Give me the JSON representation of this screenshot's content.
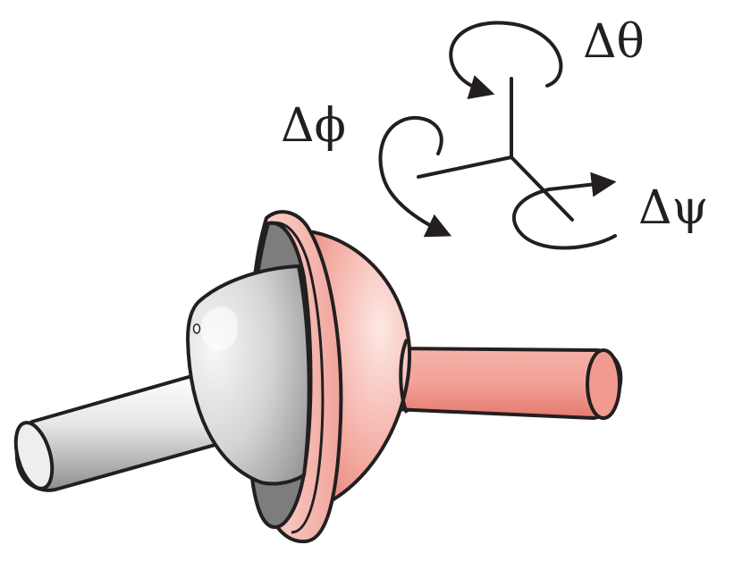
{
  "diagram": {
    "labels": {
      "delta_theta": "Δθ",
      "delta_phi": "Δϕ",
      "delta_psi": "Δψ"
    },
    "colors": {
      "outline": "#231f20",
      "grey_ball_light": "#f4f4f4",
      "grey_ball_dark": "#9a9a9a",
      "grey_cup_inner": "#7d7d7d",
      "pink_ball_light": "#fbe3df",
      "pink_ball_dark": "#e27d72",
      "pink_rim": "#f6c2ba"
    }
  }
}
